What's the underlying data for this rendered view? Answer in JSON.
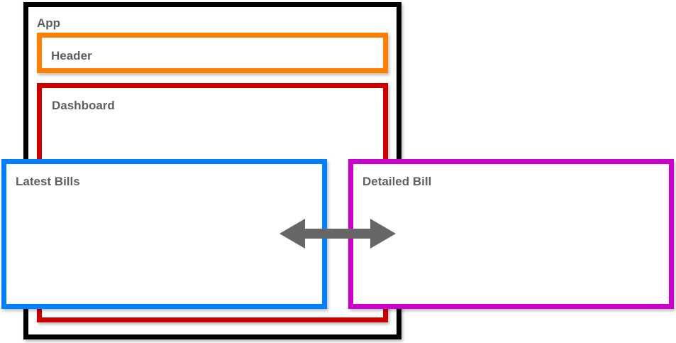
{
  "diagram": {
    "app": {
      "label": "App",
      "color": "#000000"
    },
    "header": {
      "label": "Header",
      "color": "#ff8000"
    },
    "dashboard": {
      "label": "Dashboard",
      "color": "#cc0000"
    },
    "latest_bills": {
      "label": "Latest Bills",
      "color": "#0080ff"
    },
    "detailed_bill": {
      "label": "Detailed Bill",
      "color": "#cc00cc"
    },
    "arrow": {
      "type": "bidirectional",
      "color": "#666666"
    }
  }
}
